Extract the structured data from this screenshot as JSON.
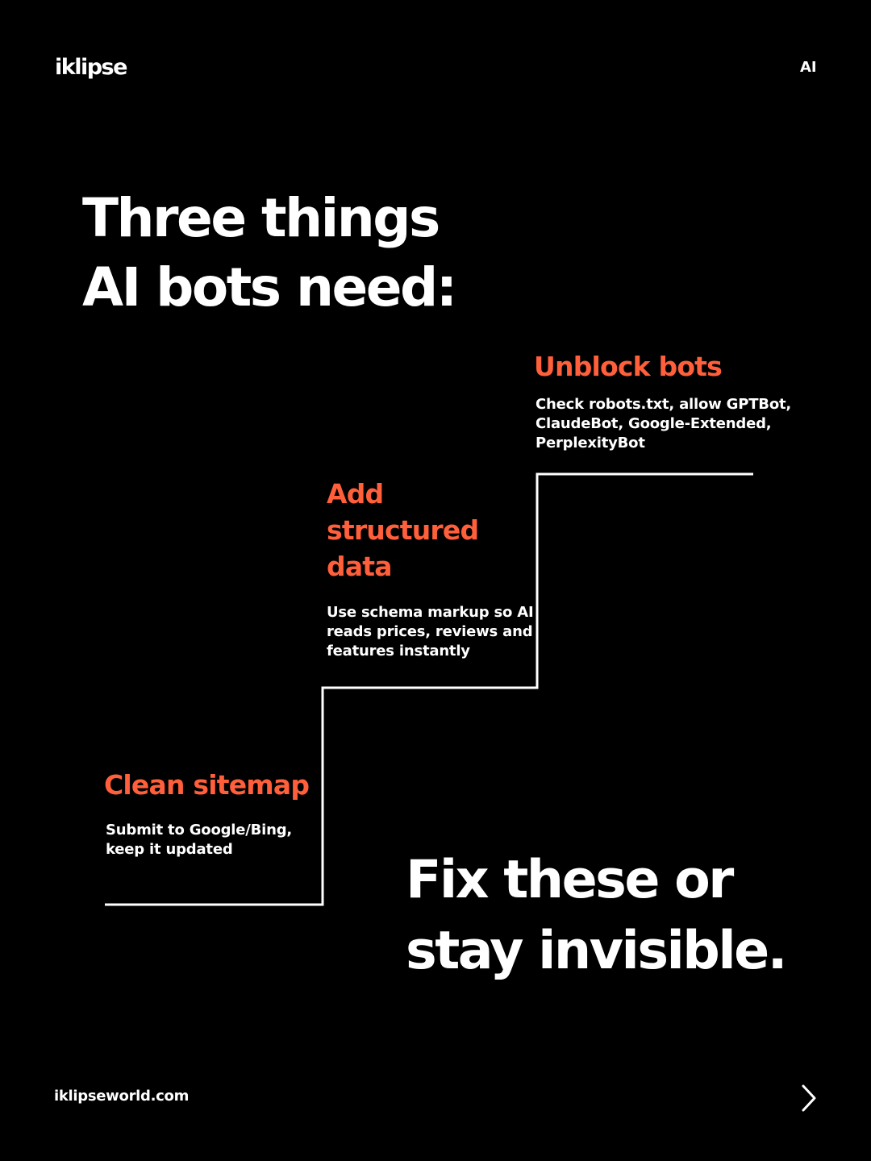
{
  "brand": {
    "logo": "iklipse",
    "tag": "AI"
  },
  "headline": {
    "line1": "Three things",
    "line2": "AI bots need:"
  },
  "steps": [
    {
      "title": "Unblock bots",
      "description": "Check robots.txt, allow GPTBot, ClaudeBot, Google-Extended, PerplexityBot"
    },
    {
      "title": "Add structured data",
      "description": "Use schema markup so AI reads prices, reviews and features instantly"
    },
    {
      "title": "Clean sitemap",
      "description": "Submit to Google/Bing, keep it updated"
    }
  ],
  "closing": {
    "line1": "Fix these or",
    "line2": "stay invisible."
  },
  "footer": {
    "website": "iklipseworld.com",
    "next_icon": "chevron-right-icon"
  },
  "colors": {
    "background": "#000000",
    "text": "#ffffff",
    "accent": "#ff5f3a"
  }
}
